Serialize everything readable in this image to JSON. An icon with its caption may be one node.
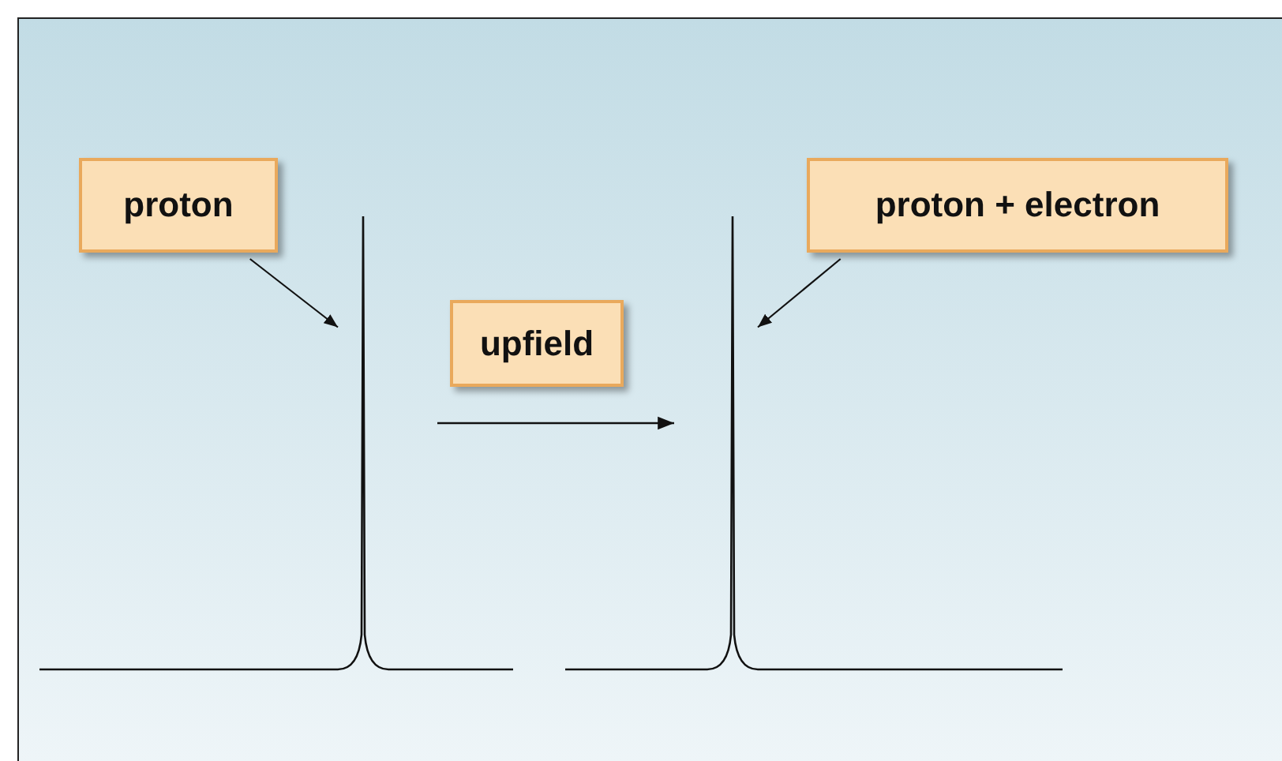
{
  "diagram": {
    "nodes": [
      {
        "text": [
          "proton"
        ]
      },
      {
        "text": [
          "proton + electron"
        ]
      },
      {
        "text": [
          "upfield"
        ]
      },
      {
        "text": [],
        "shape": "picture"
      },
      {
        "text": [],
        "shape": "picture"
      }
    ],
    "edges": [
      {
        "from": 0,
        "to": 3,
        "arrow": "to"
      },
      {
        "from": 1,
        "to": 4,
        "arrow": "to"
      }
    ]
  }
}
